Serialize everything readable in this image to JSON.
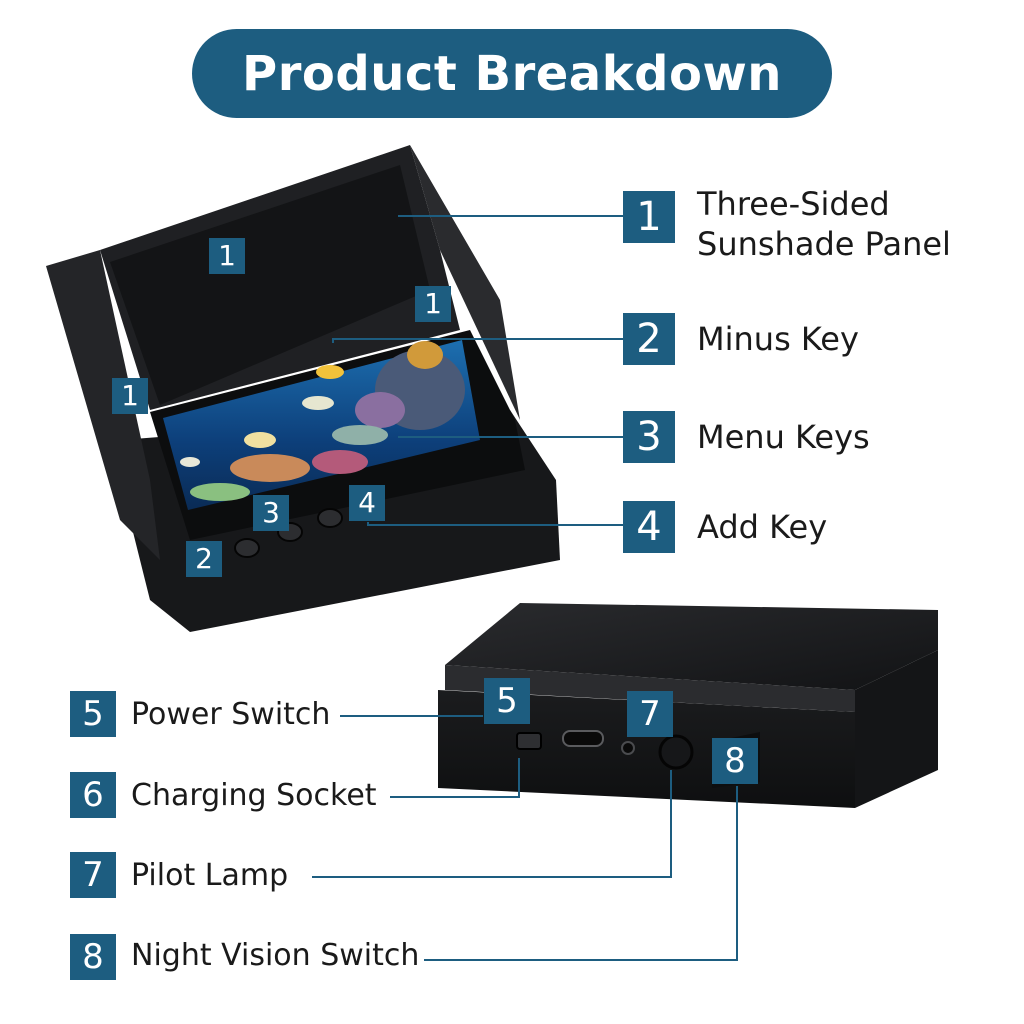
{
  "title": "Product Breakdown",
  "colors": {
    "accent": "#1d5d80",
    "device": "#1e1f21",
    "text": "#1a1a1a"
  },
  "callouts": [
    {
      "num": "1",
      "text": [
        "Three-Sided",
        "Sunshade Panel"
      ]
    },
    {
      "num": "2",
      "text": [
        "Minus Key"
      ]
    },
    {
      "num": "3",
      "text": [
        "Menu Keys"
      ]
    },
    {
      "num": "4",
      "text": [
        "Add Key"
      ]
    },
    {
      "num": "5",
      "text": [
        "Power Switch"
      ]
    },
    {
      "num": "6",
      "text": [
        "Charging Socket"
      ]
    },
    {
      "num": "7",
      "text": [
        "Pilot Lamp"
      ]
    },
    {
      "num": "8",
      "text": [
        "Night Vision Switch"
      ]
    }
  ]
}
